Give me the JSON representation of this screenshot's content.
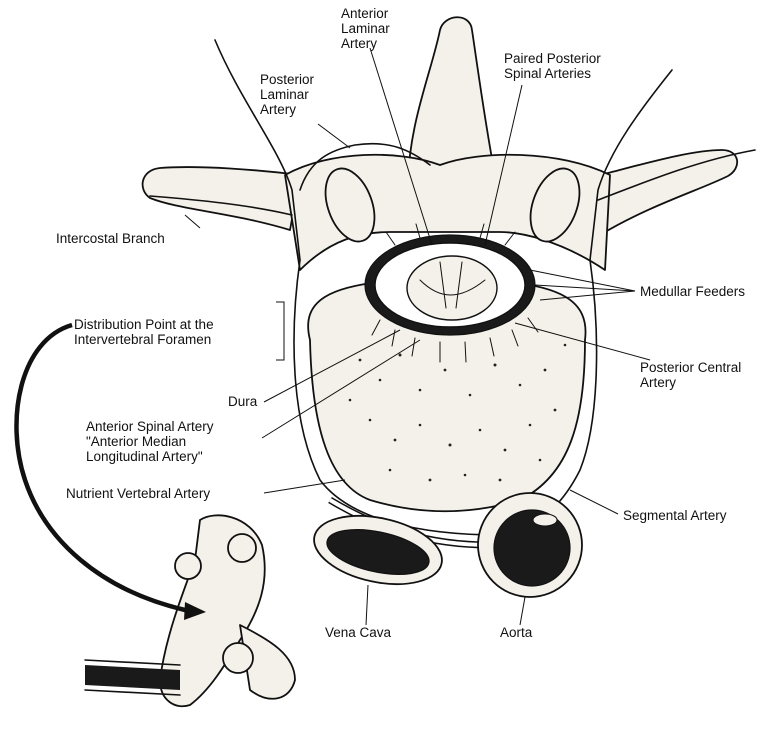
{
  "labels": {
    "anterior_laminar_artery": [
      "Anterior",
      "Laminar",
      "Artery"
    ],
    "paired_posterior_spinal_arteries": [
      "Paired Posterior",
      "Spinal Arteries"
    ],
    "posterior_laminar_artery": [
      "Posterior",
      "Laminar",
      "Artery"
    ],
    "intercostal_branch": "Intercostal Branch",
    "medullar_feeders": "Medullar Feeders",
    "distribution_point": [
      "Distribution Point at the",
      "Intervertebral Foramen"
    ],
    "posterior_central_artery": [
      "Posterior Central",
      "Artery"
    ],
    "dura": "Dura",
    "anterior_spinal_artery": [
      "Anterior Spinal Artery",
      "\"Anterior Median",
      "Longitudinal Artery\""
    ],
    "nutrient_vertebral_artery": "Nutrient Vertebral Artery",
    "segmental_artery": "Segmental Artery",
    "vena_cava": "Vena Cava",
    "aorta": "Aorta"
  },
  "colors": {
    "ink": "#111111",
    "paper": "#ffffff",
    "bone": "#f4f1ea"
  },
  "artwork": "pen-and-ink-drawing"
}
